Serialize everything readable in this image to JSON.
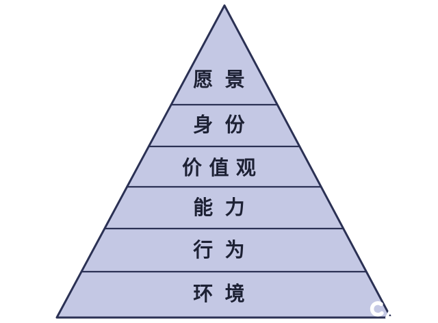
{
  "diagram": {
    "type": "pyramid",
    "levels": [
      {
        "label": "愿景"
      },
      {
        "label": "身份"
      },
      {
        "label": "价值观"
      },
      {
        "label": "能力"
      },
      {
        "label": "行为"
      },
      {
        "label": "环境"
      }
    ],
    "colors": {
      "fill": "#c4c8e4",
      "stroke": "#2b3154",
      "text": "#1d2134",
      "background": "#ffffff",
      "watermark": "#ffffff"
    },
    "icons": {
      "watermark": "brand-watermark-icon"
    }
  }
}
